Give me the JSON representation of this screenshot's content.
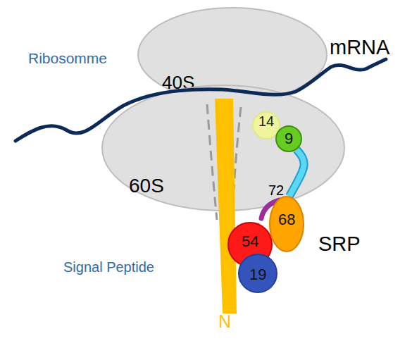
{
  "diagram": {
    "nodes": [
      {
        "text": [
          "40S"
        ]
      },
      {
        "text": [
          "60S"
        ]
      },
      {
        "text": [
          "14"
        ]
      },
      {
        "text": [
          "9"
        ]
      },
      {
        "text": [
          "72"
        ]
      },
      {
        "text": [
          "68"
        ]
      },
      {
        "text": [
          "54"
        ]
      },
      {
        "text": [
          "19"
        ]
      }
    ],
    "edges": [
      {
        "from": 3,
        "to": 5,
        "arrow": "none"
      }
    ],
    "labels": [
      "Ribosomme",
      "mRNA",
      "Signal Peptide",
      "SRP",
      "N",
      "Signal peptide"
    ]
  }
}
